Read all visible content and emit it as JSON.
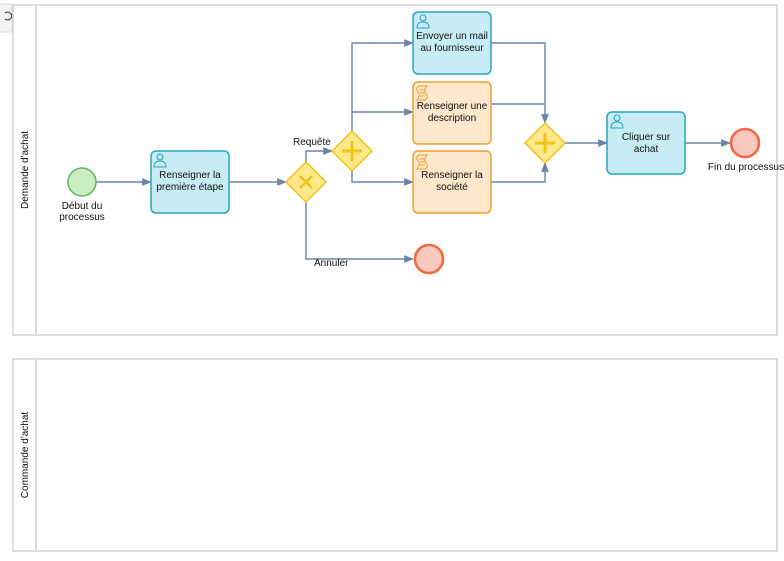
{
  "pools": [
    {
      "id": "demande",
      "title": "Demande d'achat"
    },
    {
      "id": "commande",
      "title": "Commande d'achat"
    }
  ],
  "events": {
    "start": {
      "label_line1": "Début du",
      "label_line2": "processus"
    },
    "end_main": {
      "label": "Fin du processus"
    },
    "end_cancel": {
      "label": ""
    }
  },
  "tasks": {
    "premiere_etape": {
      "type": "user",
      "line1": "Renseigner la",
      "line2": "première étape"
    },
    "envoyer_mail": {
      "type": "user",
      "line1": "Envoyer un mail",
      "line2": "au fournisseur"
    },
    "description": {
      "type": "script",
      "line1": "Renseigner une",
      "line2": "description"
    },
    "societe": {
      "type": "script",
      "line1": "Renseigner la",
      "line2": "société"
    },
    "cliquer_achat": {
      "type": "user",
      "line1": "Cliquer sur",
      "line2": "achat"
    }
  },
  "gateways": {
    "exclusive": {
      "type": "exclusive"
    },
    "parallel_split": {
      "type": "parallel"
    },
    "parallel_join": {
      "type": "parallel"
    }
  },
  "flows": {
    "requete": {
      "label": "Requête"
    },
    "annuler": {
      "label": "Annuler"
    }
  },
  "colors": {
    "user_task_fill": "#c8ecf3",
    "user_task_stroke": "#29a3c2",
    "script_task_fill": "#fde8cc",
    "script_task_stroke": "#f0a030",
    "gateway_fill": "#fde98a",
    "gateway_stroke": "#f0c419",
    "start_fill": "#c9edc0",
    "start_stroke": "#5cb85c",
    "end_fill": "#f9c9c0",
    "end_stroke": "#f06a45",
    "flow": "#6b84a8",
    "pool_stroke": "#c8c8c8"
  }
}
